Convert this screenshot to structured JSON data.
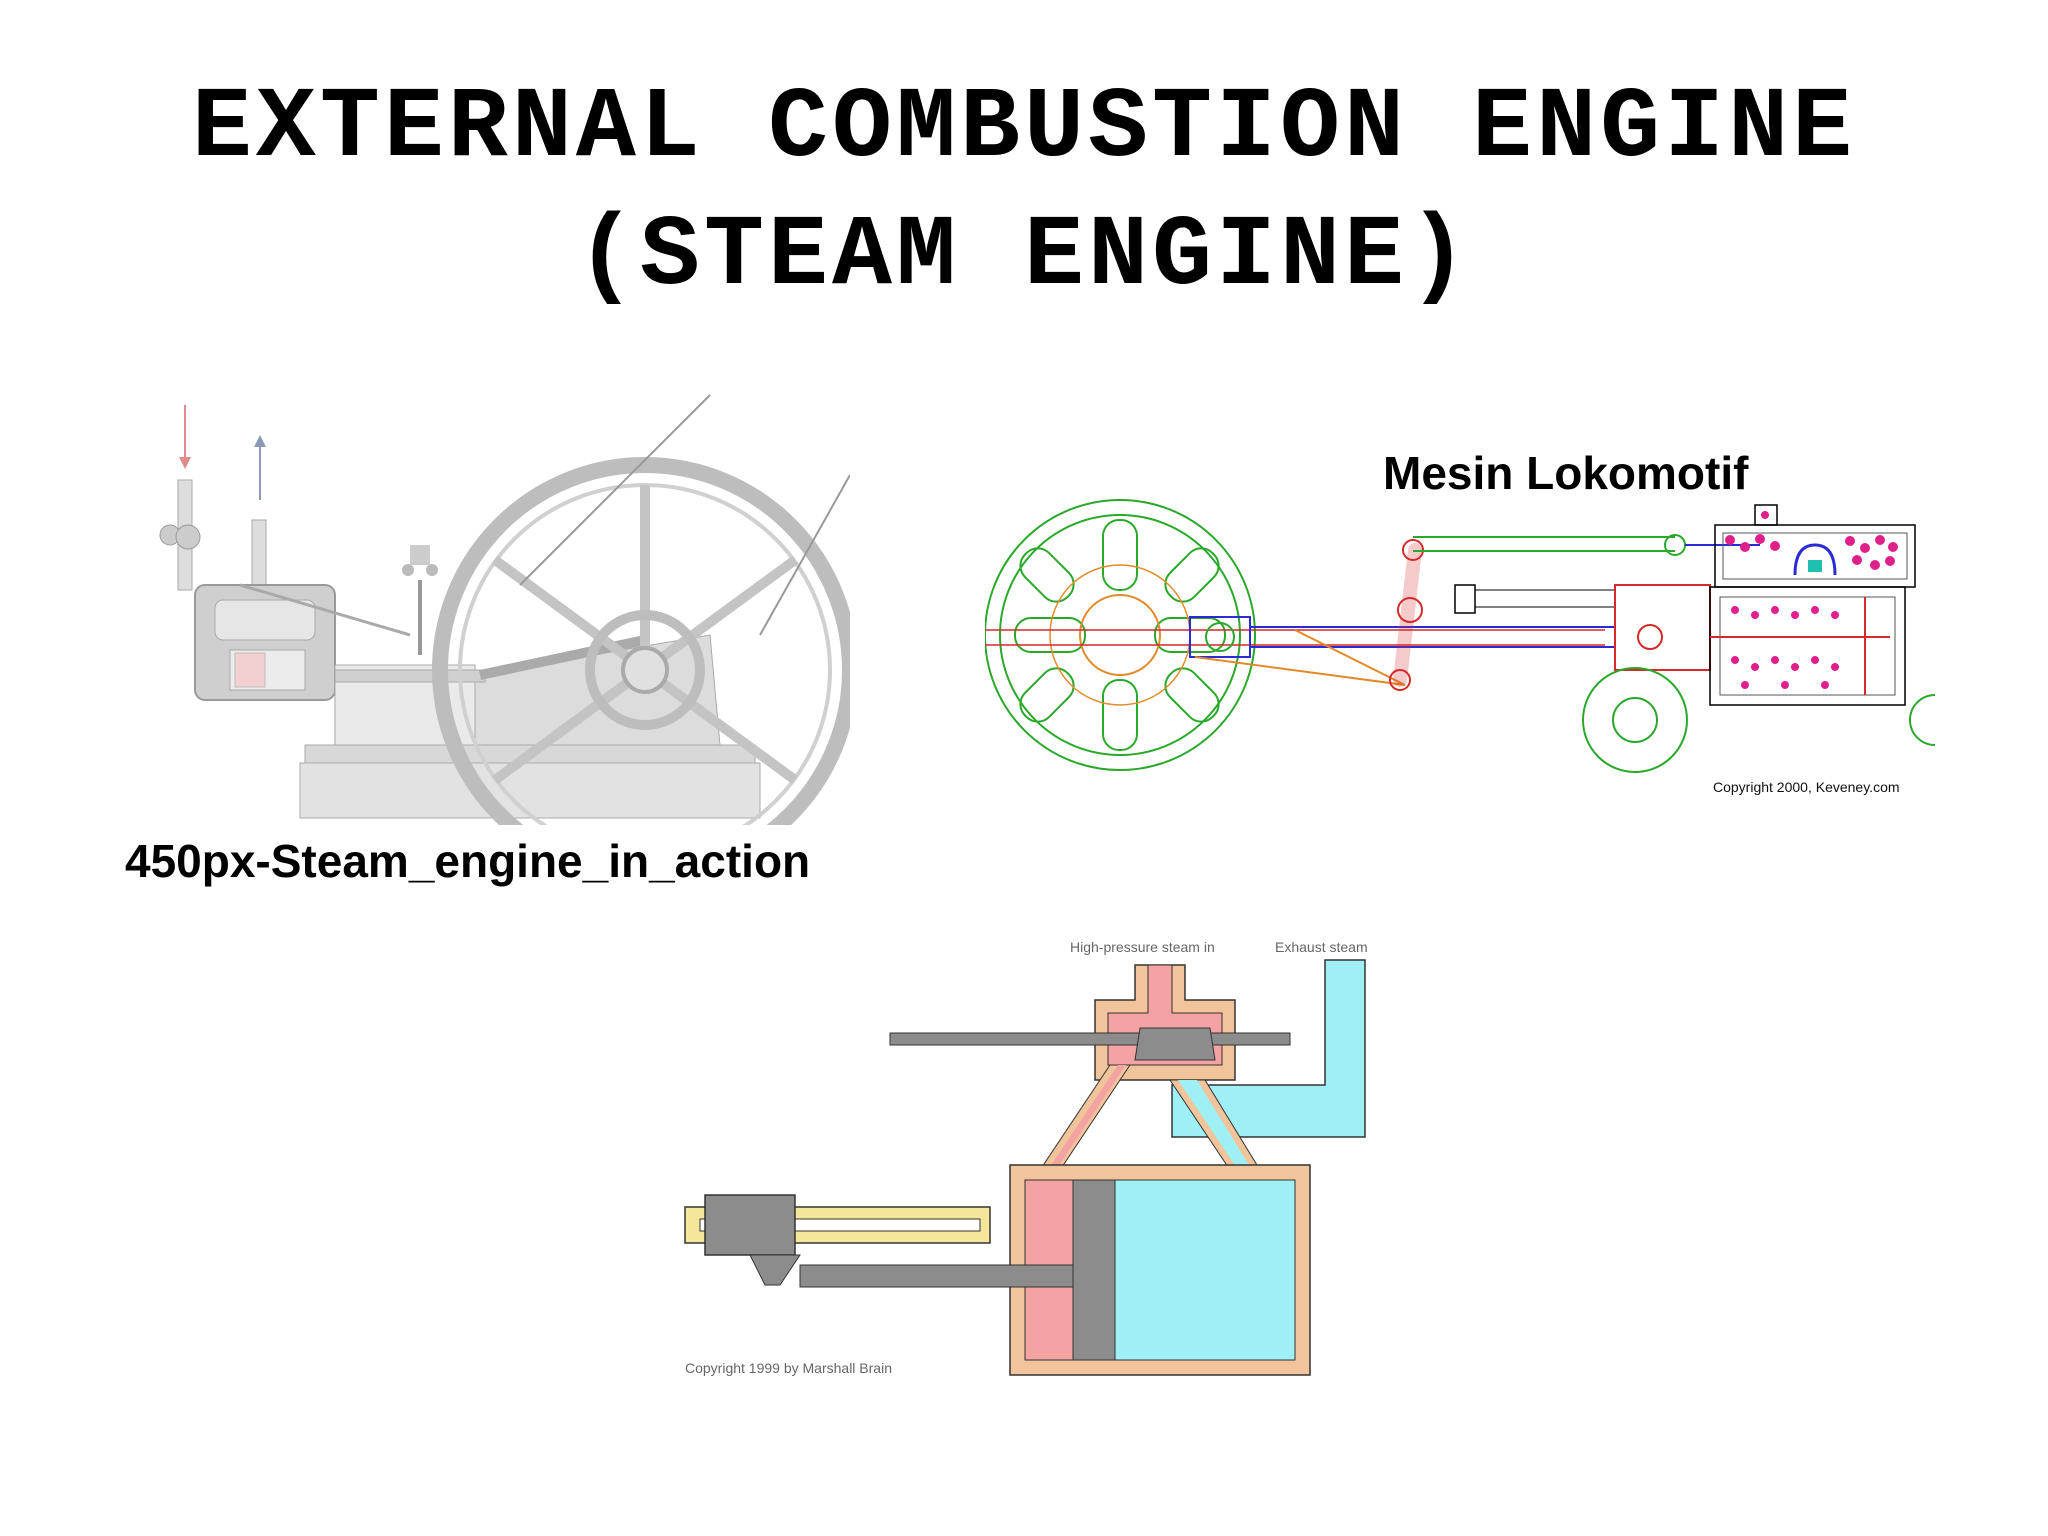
{
  "slide": {
    "title_line_1": "EXTERNAL COMBUSTION ENGINE",
    "title_line_2": "(STEAM ENGINE)"
  },
  "left_figure": {
    "caption": "450px-Steam_engine_in_action"
  },
  "right_figure": {
    "caption": "Mesin Lokomotif",
    "copyright": "Copyright 2000, Keveney.com"
  },
  "bottom_figure": {
    "label_steam_in": "High-pressure steam in",
    "label_exhaust": "Exhaust steam",
    "copyright": "Copyright 1999 by Marshall Brain"
  },
  "colors": {
    "steam_in": "#f4a3a3",
    "exhaust": "#9ff0f4",
    "casing": "#f2c49b",
    "metal": "#8c8c8c",
    "wheel_green": "#2aa82a",
    "rod_blue": "#2b2bd6",
    "rod_red": "#d42a2a",
    "rod_orange": "#e28a2a",
    "particle_magenta": "#e0208a"
  }
}
